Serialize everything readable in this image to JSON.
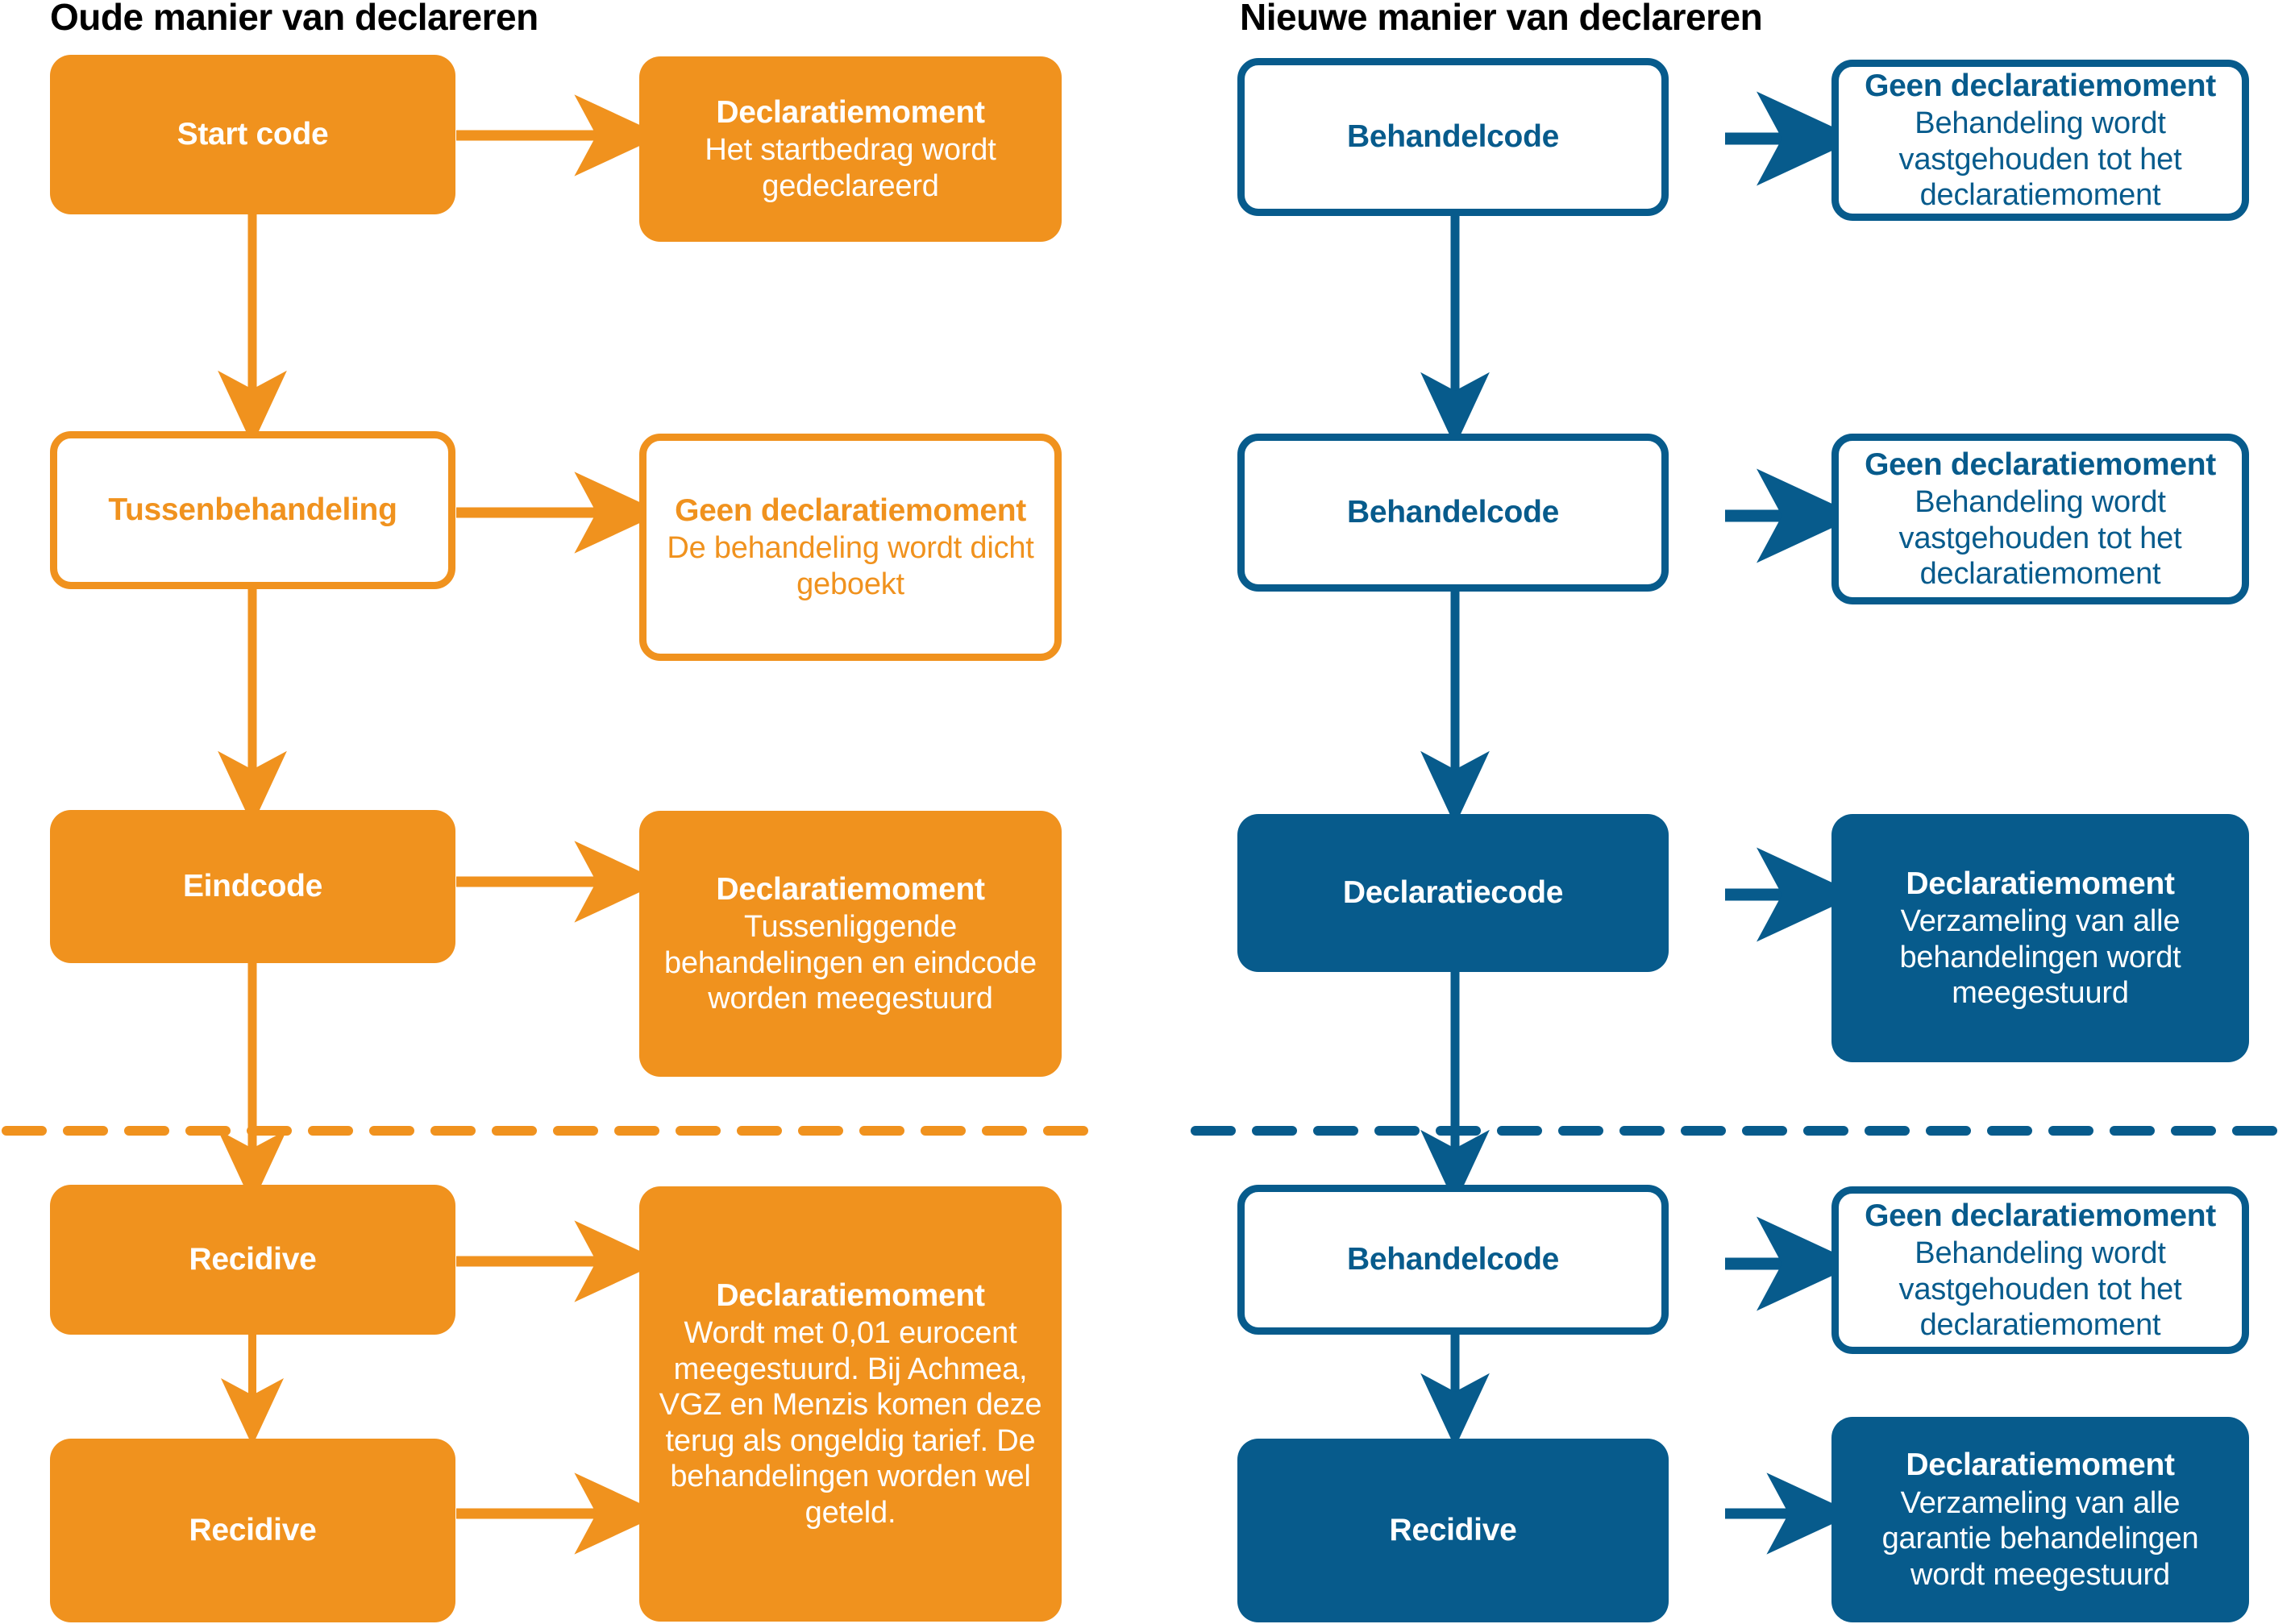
{
  "colors": {
    "orange": "#F0921E",
    "blue": "#075B8C",
    "white": "#FFFFFF",
    "title_text": "#000000"
  },
  "columns": [
    {
      "id": "old",
      "title": "Oude manier van declareren",
      "accent": "#F0921E",
      "steps": [
        {
          "code_label": "Start code",
          "code_style": "filled",
          "note_title": "Declaratiemoment",
          "note_body": "Het startbedrag wordt gedeclareerd",
          "note_style": "filled"
        },
        {
          "code_label": "Tussenbehandeling",
          "code_style": "outline",
          "note_title": "Geen declaratiemoment",
          "note_body": "De behandeling wordt dicht geboekt",
          "note_style": "outline"
        },
        {
          "code_label": "Eindcode",
          "code_style": "filled",
          "note_title": "Declaratiemoment",
          "note_body": "Tussenliggende behandelingen en eindcode worden meegestuurd",
          "note_style": "filled"
        },
        {
          "code_label": "Recidive",
          "code_style": "filled",
          "note_title": "Declaratiemoment",
          "note_body": "Wordt met 0,01 eurocent meegestuurd. Bij Achmea, VGZ en Menzis komen deze terug als ongeldig tarief. De behandelingen worden wel geteld.",
          "note_style": "filled"
        },
        {
          "code_label": "Recidive",
          "code_style": "filled",
          "note_title": "",
          "note_body": "",
          "note_style": "none"
        }
      ]
    },
    {
      "id": "new",
      "title": "Nieuwe manier van declareren",
      "accent": "#075B8C",
      "steps": [
        {
          "code_label": "Behandelcode",
          "code_style": "outline",
          "note_title": "Geen declaratiemoment",
          "note_body": "Behandeling wordt vastgehouden tot het declaratiemoment",
          "note_style": "outline"
        },
        {
          "code_label": "Behandelcode",
          "code_style": "outline",
          "note_title": "Geen declaratiemoment",
          "note_body": "Behandeling wordt vastgehouden tot het declaratiemoment",
          "note_style": "outline"
        },
        {
          "code_label": "Declaratiecode",
          "code_style": "filled",
          "note_title": "Declaratiemoment",
          "note_body": "Verzameling van alle behandelingen wordt meegestuurd",
          "note_style": "filled"
        },
        {
          "code_label": "Behandelcode",
          "code_style": "outline",
          "note_title": "Geen declaratiemoment",
          "note_body": "Behandeling wordt vastgehouden tot het declaratiemoment",
          "note_style": "outline"
        },
        {
          "code_label": "Recidive",
          "code_style": "filled",
          "note_title": "Declaratiemoment",
          "note_body": "Verzameling van alle garantie behandelingen wordt meegestuurd",
          "note_style": "filled"
        }
      ]
    }
  ],
  "separator": {
    "name": "recidive-divider",
    "style": "dashed"
  }
}
